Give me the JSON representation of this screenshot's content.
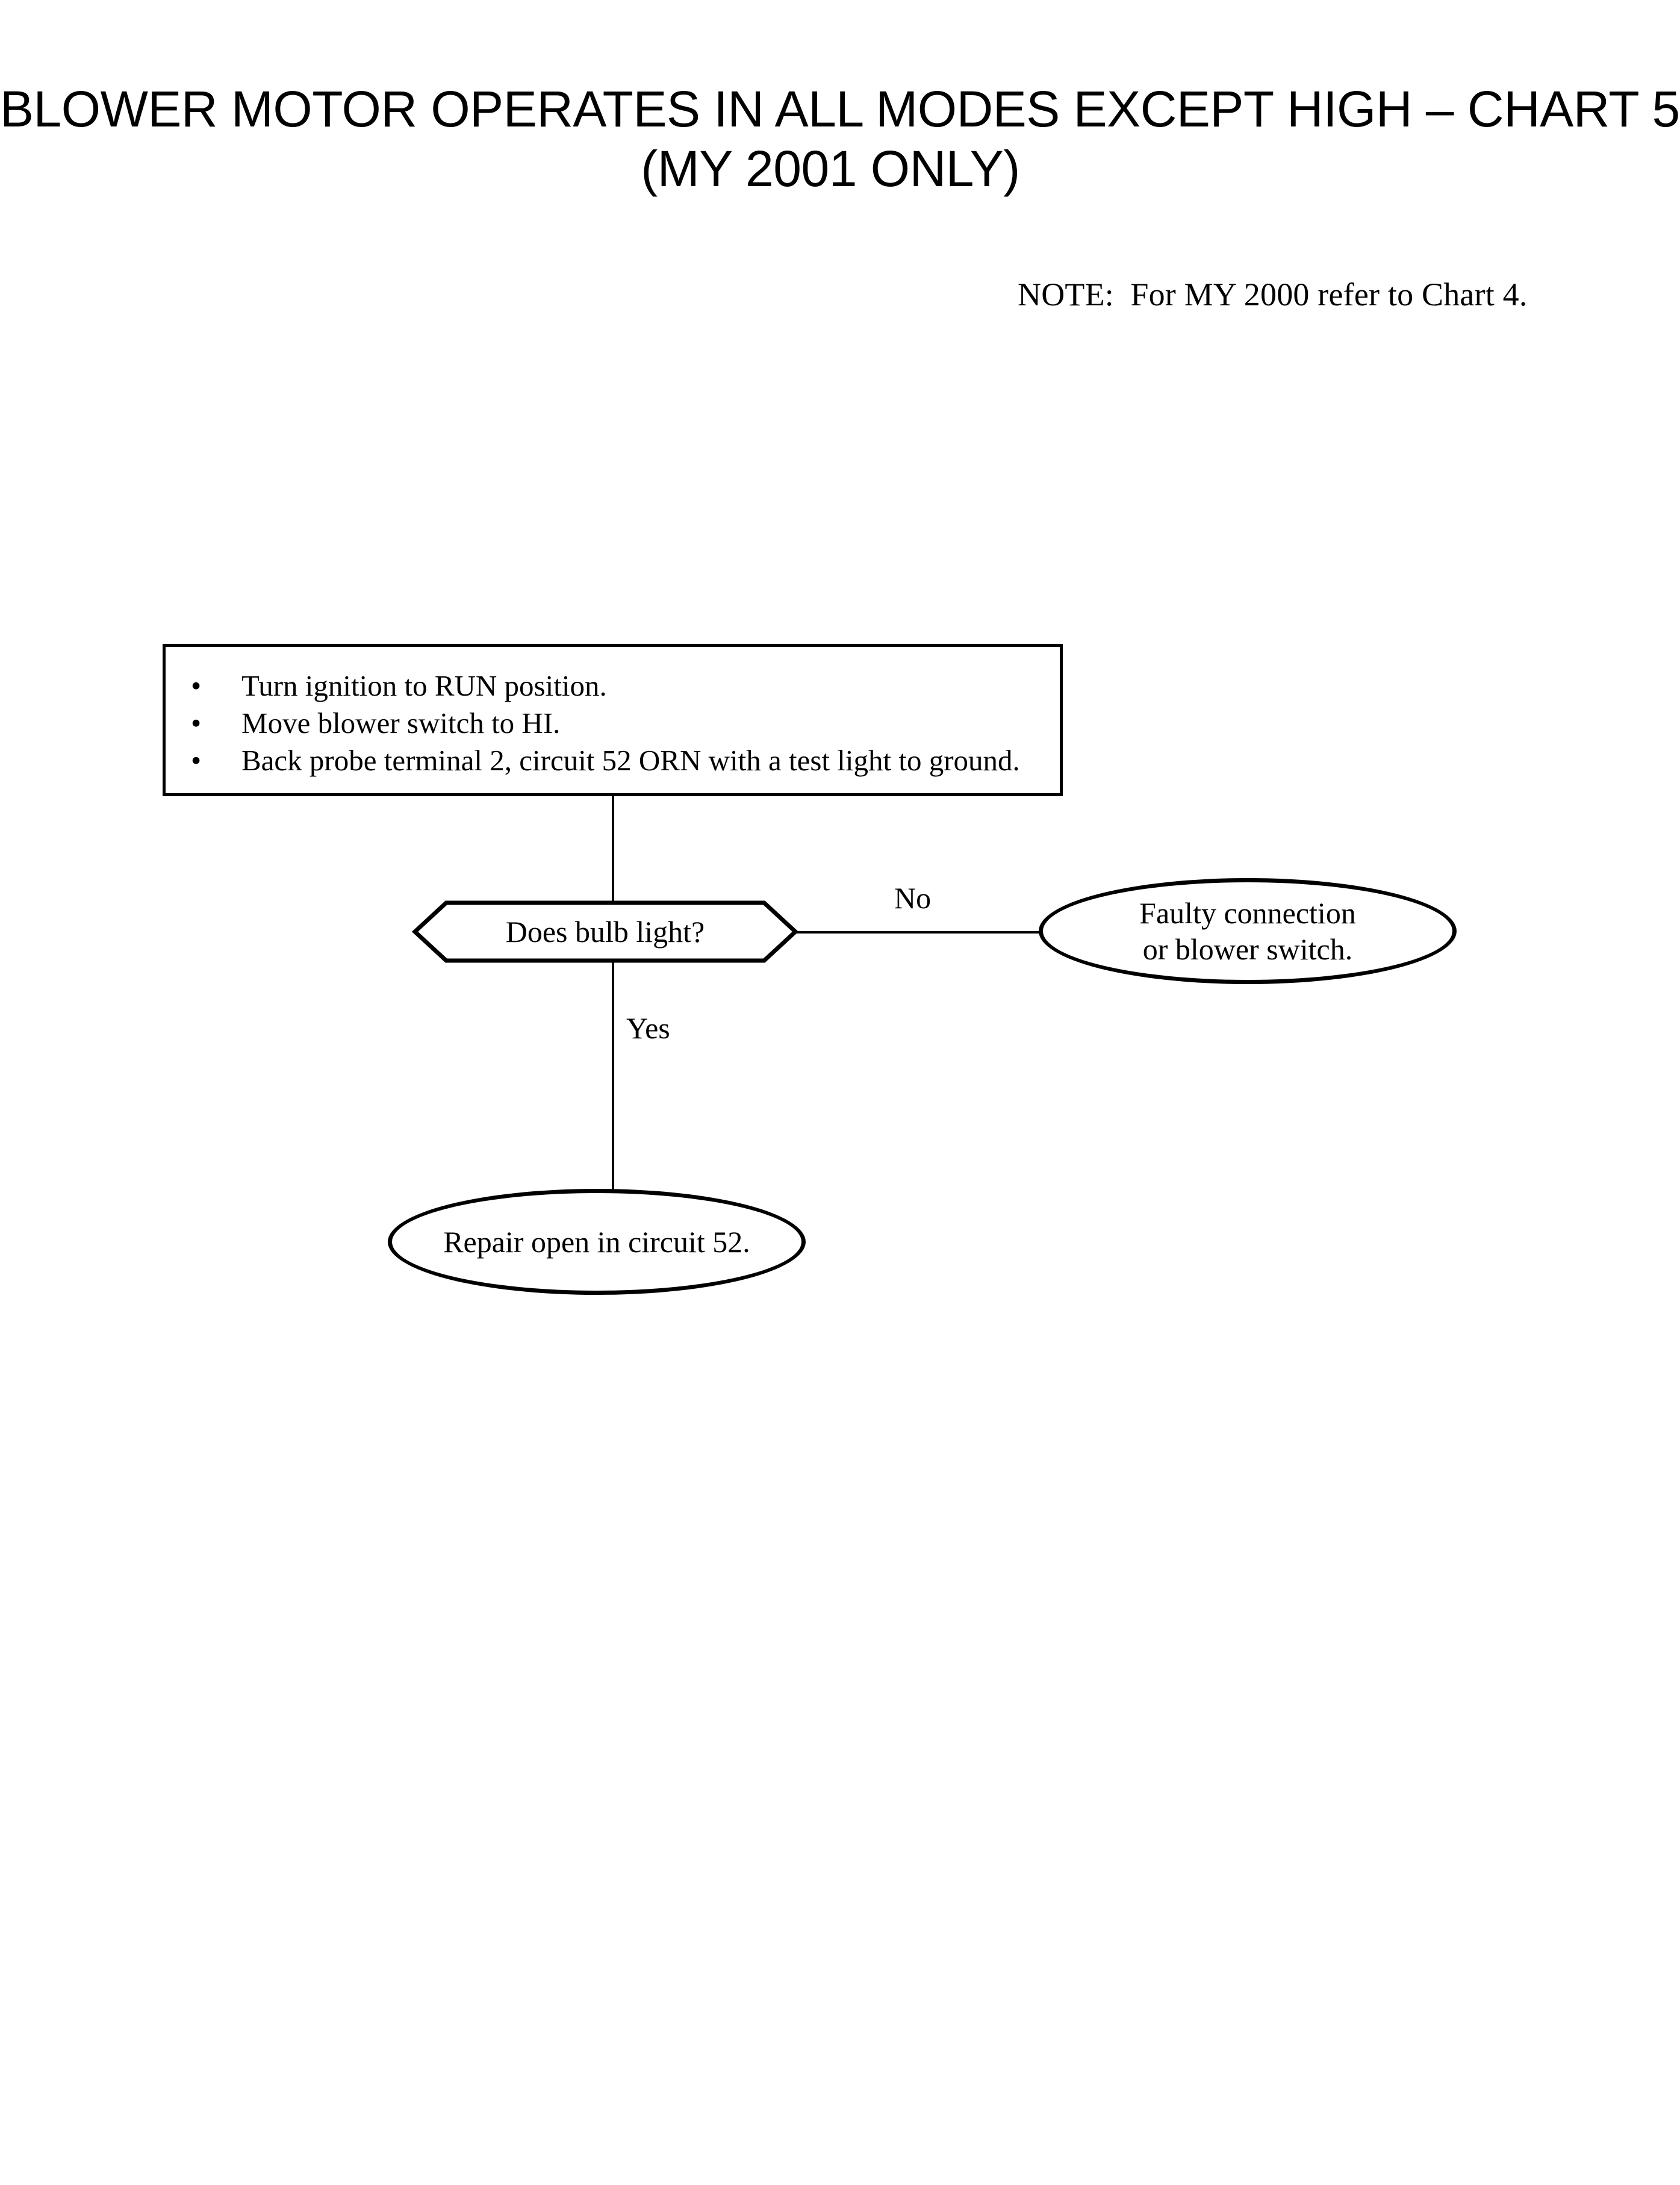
{
  "page": {
    "title_line_1": "BLOWER MOTOR OPERATES IN ALL MODES EXCEPT HIGH – CHART 5",
    "title_line_2": "(MY 2001 ONLY)",
    "note": "NOTE:  For MY 2000 refer to Chart 4."
  },
  "flowchart": {
    "type": "diagnostic-flowchart",
    "instruction_box": {
      "bullet_glyph": "•",
      "items": [
        "Turn ignition to RUN position.",
        "Move blower switch to HI.",
        "Back probe terminal 2, circuit 52 ORN with a test light to ground."
      ]
    },
    "decision": {
      "label": "Does bulb light?",
      "shape": "hexagon"
    },
    "edges": [
      {
        "label": "No",
        "from": "decision",
        "to": "faulty-connection-node",
        "direction": "right"
      },
      {
        "label": "Yes",
        "from": "decision",
        "to": "repair-open-node",
        "direction": "down"
      }
    ],
    "terminators": [
      {
        "id": "faulty-connection-node",
        "label": "Faulty connection\nor blower switch.",
        "shape": "oval"
      },
      {
        "id": "repair-open-node",
        "label": "Repair open in circuit 52.",
        "shape": "oval"
      }
    ]
  },
  "colors": {
    "page_background": "#ffffff",
    "ink": "#000000"
  }
}
